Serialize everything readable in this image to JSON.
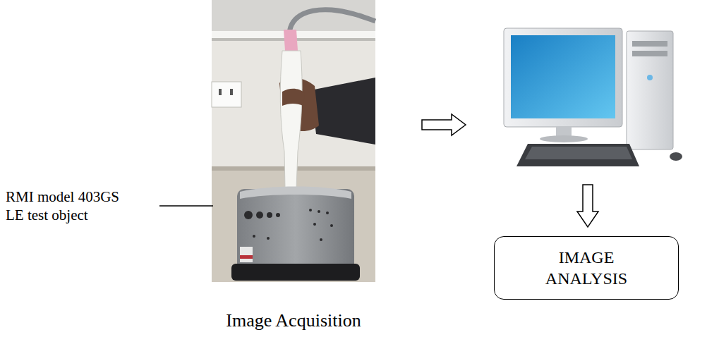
{
  "diagram": {
    "nodes": [
      {
        "text": [
          "Image Acquisition"
        ]
      },
      {
        "text": [
          "IMAGE ANALYSIS"
        ]
      }
    ],
    "labels": [
      "RMI model 403GS LE test object"
    ]
  }
}
